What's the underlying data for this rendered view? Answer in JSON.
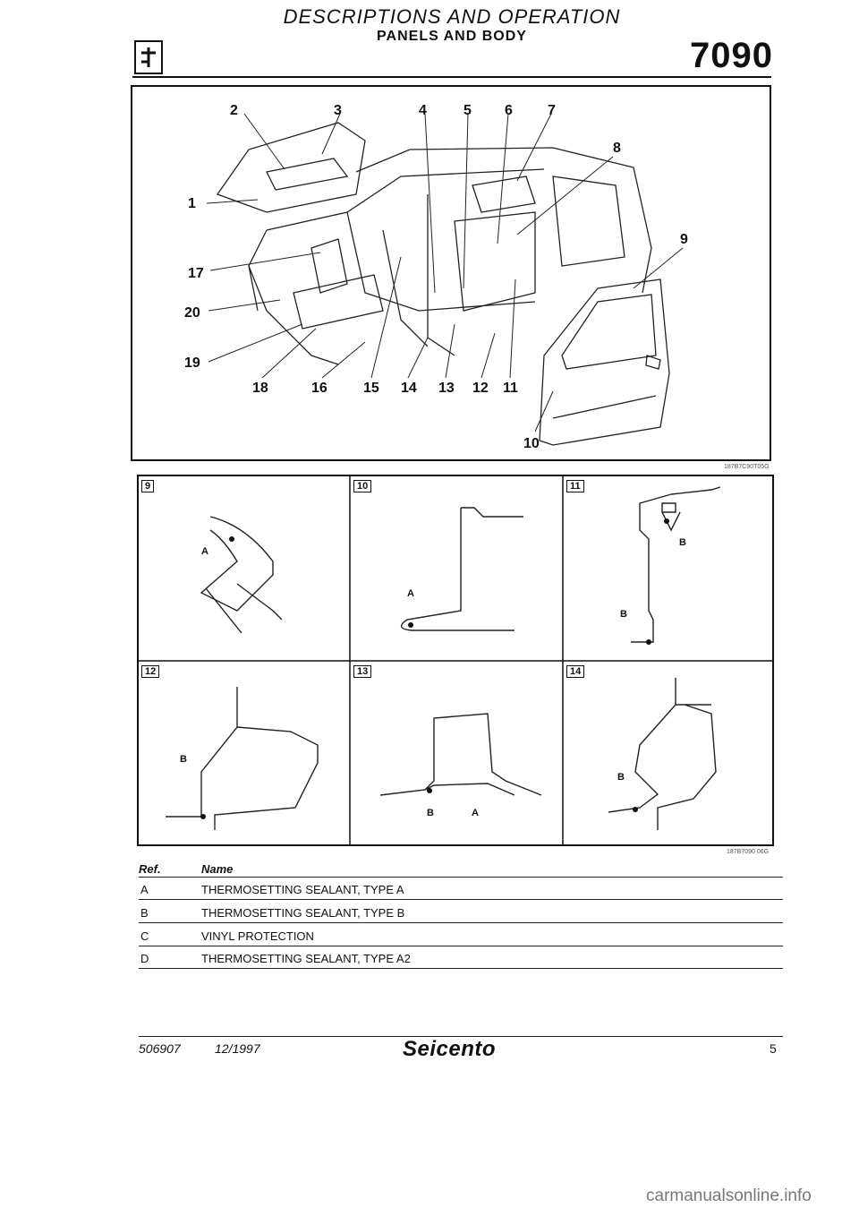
{
  "header": {
    "title": "DESCRIPTIONS AND OPERATION",
    "subtitle": "PANELS AND BODY",
    "code": "7090"
  },
  "main_figure": {
    "callouts": [
      "1",
      "2",
      "3",
      "4",
      "5",
      "6",
      "7",
      "8",
      "9",
      "10",
      "11",
      "12",
      "13",
      "14",
      "15",
      "16",
      "17",
      "18",
      "19",
      "20"
    ],
    "figure_code": "187B7C90T05G"
  },
  "detail_figures": {
    "panels": [
      {
        "number": "9",
        "labels": [
          "A"
        ]
      },
      {
        "number": "10",
        "labels": [
          "A"
        ]
      },
      {
        "number": "11",
        "labels": [
          "B",
          "B"
        ]
      },
      {
        "number": "12",
        "labels": [
          "B"
        ]
      },
      {
        "number": "13",
        "labels": [
          "B",
          "A"
        ]
      },
      {
        "number": "14",
        "labels": [
          "B"
        ]
      }
    ],
    "figure_code": "187B7090 06G"
  },
  "legend_table": {
    "headers": [
      "Ref.",
      "Name"
    ],
    "rows": [
      {
        "ref": "A",
        "name": "THERMOSETTING SEALANT, TYPE A"
      },
      {
        "ref": "B",
        "name": "THERMOSETTING SEALANT, TYPE B"
      },
      {
        "ref": "C",
        "name": "VINYL PROTECTION"
      },
      {
        "ref": "D",
        "name": "THERMOSETTING SEALANT, TYPE A2"
      }
    ]
  },
  "footer": {
    "doc_number": "506907",
    "date": "12/1997",
    "brand": "Seicento",
    "page": "5"
  },
  "watermark": "carmanualsonline.info"
}
